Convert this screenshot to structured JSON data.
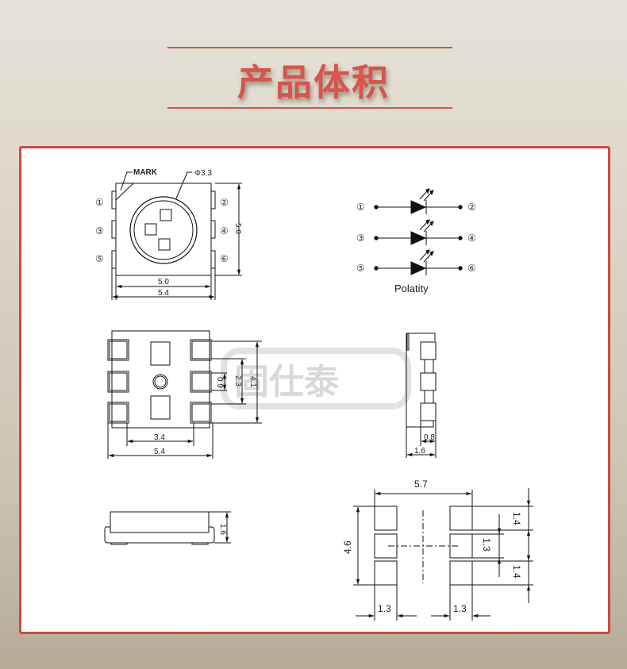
{
  "header": {
    "title": "产品体积"
  },
  "colors": {
    "accent": "#d9544a",
    "panel_border": "#d2483e",
    "panel_bg": "#ffffff"
  },
  "watermark": {
    "text": "固仕泰"
  },
  "top_view": {
    "mark_label": "MARK",
    "diameter_label": "Φ3.3",
    "pins_left": [
      "①",
      "③",
      "⑤"
    ],
    "pins_right": [
      "②",
      "④",
      "⑥"
    ],
    "dim_height": "5.0",
    "dim_width_inner": "5.0",
    "dim_width_outer": "5.4"
  },
  "polarity": {
    "label": "Polatity",
    "rows": [
      {
        "left": "①",
        "right": "②"
      },
      {
        "left": "③",
        "right": "④"
      },
      {
        "left": "⑤",
        "right": "⑥"
      }
    ]
  },
  "bottom_view": {
    "dim_pad": "0.9",
    "dim_pitch": "2.3",
    "dim_height": "4.1",
    "dim_inner_width": "3.4",
    "dim_outer_width": "5.4"
  },
  "side_view": {
    "dim_depth": "0.8",
    "dim_width": "1.6"
  },
  "front_view": {
    "dim_height": "1.6"
  },
  "footprint": {
    "dim_span": "5.7",
    "dim_height": "4.6",
    "dim_pad_top": "1.4",
    "dim_pad_mid": "1.3",
    "dim_pad_bottom": "1.4",
    "dim_pad_width_left": "1.3",
    "dim_pad_width_right": "1.3"
  }
}
